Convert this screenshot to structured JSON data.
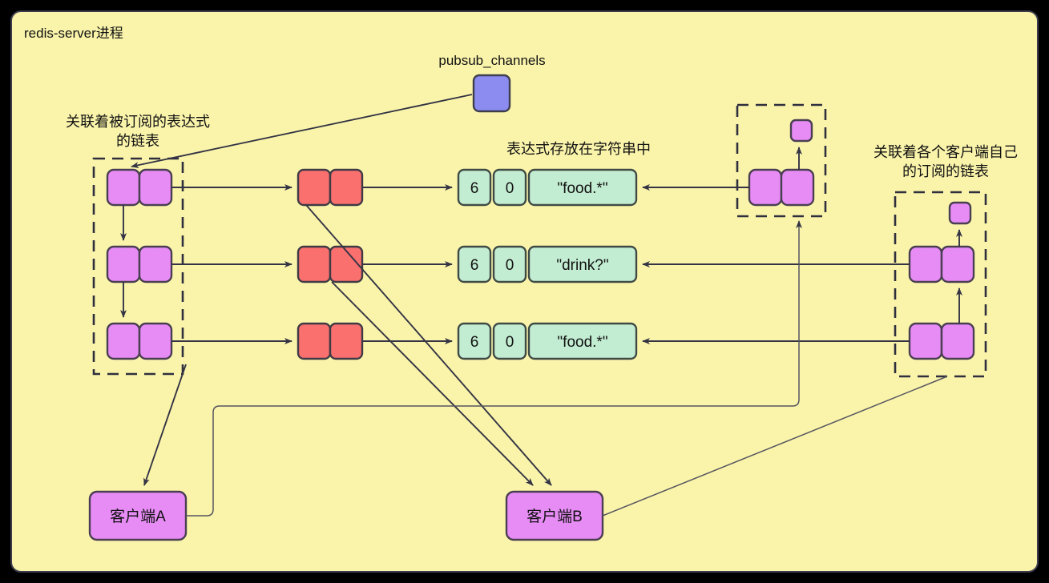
{
  "diagram": {
    "title": "redis-server进程",
    "background_color": "#000000",
    "panel_color": "#faf4ab",
    "labels": {
      "pubsub": "pubsub_channels",
      "left_heading_line1": "关联着被订阅的表达式",
      "left_heading_line2": "的链表",
      "center_heading": "表达式存放在字符串中",
      "right_heading_line1": "关联着各个客户端自己",
      "right_heading_line2": "的订阅的链表"
    },
    "colors": {
      "purple": "#e78cf5",
      "red": "#f9706e",
      "green": "#c3edd2",
      "blue": "#8b8bf0",
      "stroke": "#343444"
    },
    "pubsub_node": {
      "name": "pubsub_channels",
      "color": "#8b8bf0"
    },
    "left_list": {
      "node_count": 3,
      "nodes": [
        {
          "id": "left-node-1"
        },
        {
          "id": "left-node-2"
        },
        {
          "id": "left-node-3"
        }
      ]
    },
    "mid_list": {
      "node_count": 3,
      "nodes": [
        {
          "id": "mid-node-1"
        },
        {
          "id": "mid-node-2"
        },
        {
          "id": "mid-node-3"
        }
      ]
    },
    "strings": [
      {
        "refcount": "6",
        "encoding": "0",
        "value": "\"food.*\""
      },
      {
        "refcount": "6",
        "encoding": "0",
        "value": "\"drink?\""
      },
      {
        "refcount": "6",
        "encoding": "0",
        "value": "\"food.*\""
      }
    ],
    "client_a_list": {
      "node_count": 1,
      "nodes": [
        {
          "id": "client-a-node-1"
        }
      ],
      "has_tail_marker": true
    },
    "client_b_list": {
      "node_count": 2,
      "nodes": [
        {
          "id": "client-b-node-1"
        },
        {
          "id": "client-b-node-2"
        }
      ],
      "has_tail_marker": true
    },
    "clients": [
      {
        "id": "client-a",
        "label": "客户端A"
      },
      {
        "id": "client-b",
        "label": "客户端B"
      }
    ]
  }
}
